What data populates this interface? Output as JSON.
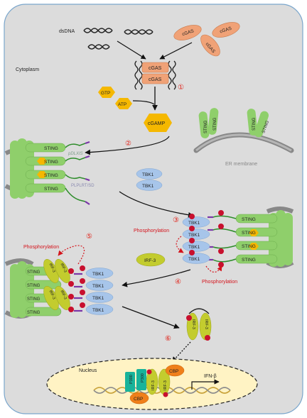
{
  "labels": {
    "dsdna": "dsDNA",
    "cytoplasm": "Cytoplasm",
    "cgas": "cGAS",
    "gtp": "GTP",
    "atp": "ATP",
    "cgamp": "cGAMP",
    "sting": "STING",
    "tbk1": "TBK1",
    "irf3": "IRF-3",
    "er_membrane": "ER membrane",
    "pdlxis": "pDLXIS",
    "plplrt": "PLPLRT/SD",
    "phosphorylation": "Phosphorylation",
    "nucleus": "Nucleus",
    "cbp": "CBP",
    "p300": "P300",
    "ifnb": "IFN-β",
    "p": "P"
  },
  "steps": [
    "①",
    "②",
    "③",
    "④",
    "⑤",
    "⑥"
  ],
  "colors": {
    "cell_bg": "#dcdcdc",
    "cgas": "#f0a277",
    "small_molecule": "#f5b800",
    "sting": "#8fcf6b",
    "tbk1": "#a7c5ea",
    "irf3": "#c3cc2e",
    "phospho": "#c8102e",
    "cbp": "#ef7f1a",
    "p300": "#18b39a",
    "nucleus": "#fff3c4",
    "step_red": "#e0241b"
  }
}
